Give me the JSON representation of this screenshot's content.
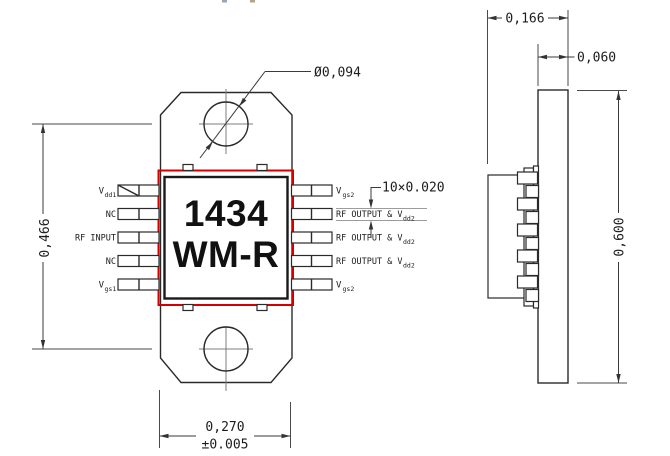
{
  "part": {
    "line1": "1434",
    "line2": "WM-R"
  },
  "front": {
    "pins_left": [
      {
        "v": "V",
        "sub": "dd1"
      },
      {
        "label": "NC"
      },
      {
        "label": "RF INPUT"
      },
      {
        "label": "NC"
      },
      {
        "v": "V",
        "sub": "gs1"
      }
    ],
    "pins_right": [
      {
        "v": "V",
        "sub": "gs2"
      },
      {
        "pre": "RF OUTPUT & V",
        "sub": "dd2"
      },
      {
        "pre": "RF OUTPUT & V",
        "sub": "dd2"
      },
      {
        "pre": "RF OUTPUT & V",
        "sub": "dd2"
      },
      {
        "v": "V",
        "sub": "gs2"
      }
    ]
  },
  "dims": {
    "hole_diameter": "Ø0,094",
    "height": "0,466",
    "width": "0,270",
    "width_tol": "±0.005",
    "lead_callout": "10×0.020",
    "side_total": "0,166",
    "flange_thickness": "0,060",
    "side_height": "0,600"
  },
  "colors": {
    "outline": "#1a1a1a",
    "body_highlight": "#d40000",
    "centerline": "#7d7d7d",
    "extension_gray": "#9c9c9c"
  }
}
